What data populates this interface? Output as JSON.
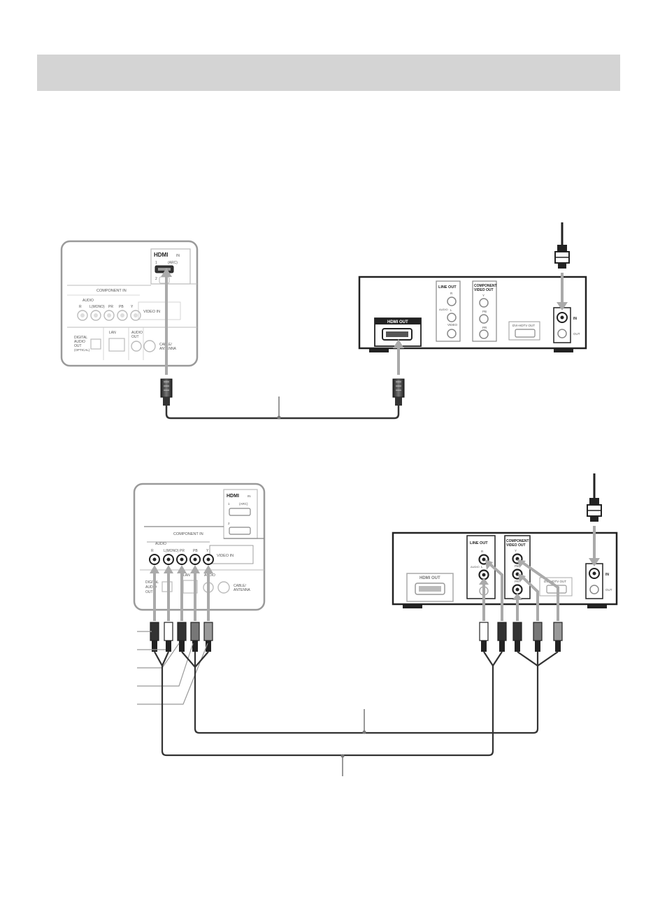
{
  "diagram": {
    "tv_panel": {
      "hdmi_logo": "HDMI",
      "hdmi_in": "IN",
      "hdmi_port_1": "1",
      "hdmi_arc": "(ARC)",
      "hdmi_port_2": "2",
      "component_in": "COMPONENT IN",
      "audio": "AUDIO",
      "r": "R",
      "l_mono": "L(MONO)",
      "pr": "PR",
      "pb": "PB",
      "y": "Y",
      "video_in": "VIDEO IN",
      "digital": "DIGITAL",
      "audio2": "AUDIO",
      "out": "OUT",
      "optical": "(OPTICAL)",
      "lan": "LAN",
      "audio_out_1": "AUDIO",
      "audio_out_2": "OUT",
      "cable": "CABLE/",
      "antenna": "ANTENNA"
    },
    "device_panel": {
      "hdmi_out": "HDMI OUT",
      "line_out": "LINE OUT",
      "component_1": "COMPONENT",
      "component_2": "VIDEO OUT",
      "r": "R",
      "l": "L",
      "audio": "AUDIO",
      "video": "VIDEO",
      "y": "Y",
      "pb": "PB",
      "pr": "PR",
      "dvi": "DVI-HDTV OUT",
      "rf_in": "IN",
      "rf_out": "OUT"
    }
  }
}
